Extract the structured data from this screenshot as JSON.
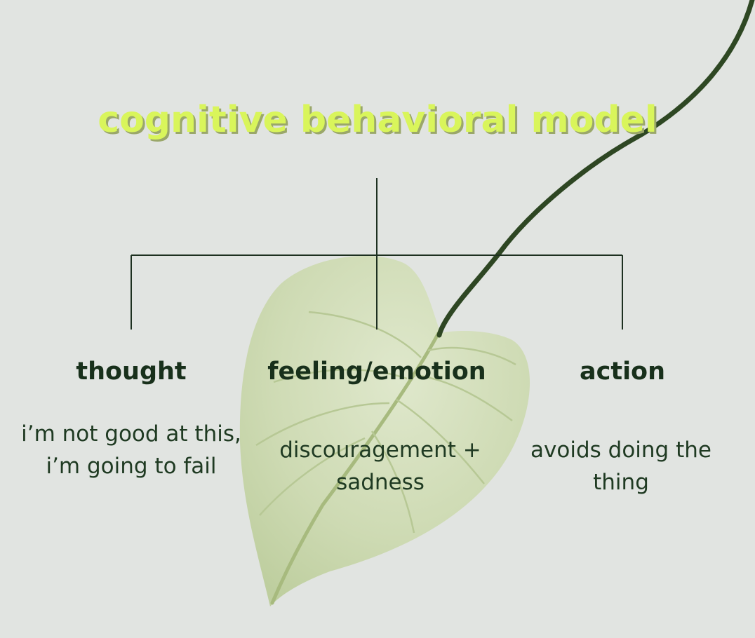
{
  "title": "cognitive behavioral model",
  "nodes": [
    {
      "heading": "thought",
      "text": "i’m not good at this, i’m going to fail"
    },
    {
      "heading": "feeling/emotion",
      "text": "discouragement + sadness"
    },
    {
      "heading": "action",
      "text": "avoids doing the thing"
    }
  ],
  "colors": {
    "background": "#e1e4e1",
    "title": "#d9f55b",
    "title_shadow": "#9aa76a",
    "lines": "#1d3020",
    "heading": "#18301b",
    "body": "#1f3a22",
    "leaf": "#cfdcb6",
    "stem": "#27421f"
  }
}
